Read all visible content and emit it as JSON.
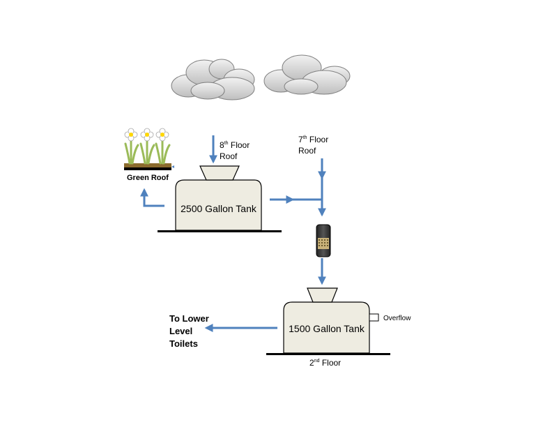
{
  "labels": {
    "floor8_num": "8",
    "floor8_sup": "th",
    "floor8_text": " Floor",
    "floor8_roof": "Roof",
    "floor7_num": "7",
    "floor7_sup": "th",
    "floor7_text": " Floor",
    "floor7_roof": "Roof",
    "green_roof": "Green Roof",
    "tank_2500": "2500 Gallon Tank",
    "tank_1500": "1500 Gallon Tank",
    "overflow": "Overflow",
    "to_lower_1": "To Lower",
    "to_lower_2": "Level",
    "to_lower_3": "Toilets",
    "floor2_num": "2",
    "floor2_sup": "nd",
    "floor2_text": " Floor"
  },
  "colors": {
    "arrow": "#4f81bd",
    "tank_fill": "#eeece1",
    "tank_stroke": "#000000",
    "cloud_fill": "#d9d9d9",
    "cloud_stroke": "#7f7f7f",
    "plant_green": "#9bbb59",
    "flower_center": "#ffd700"
  }
}
